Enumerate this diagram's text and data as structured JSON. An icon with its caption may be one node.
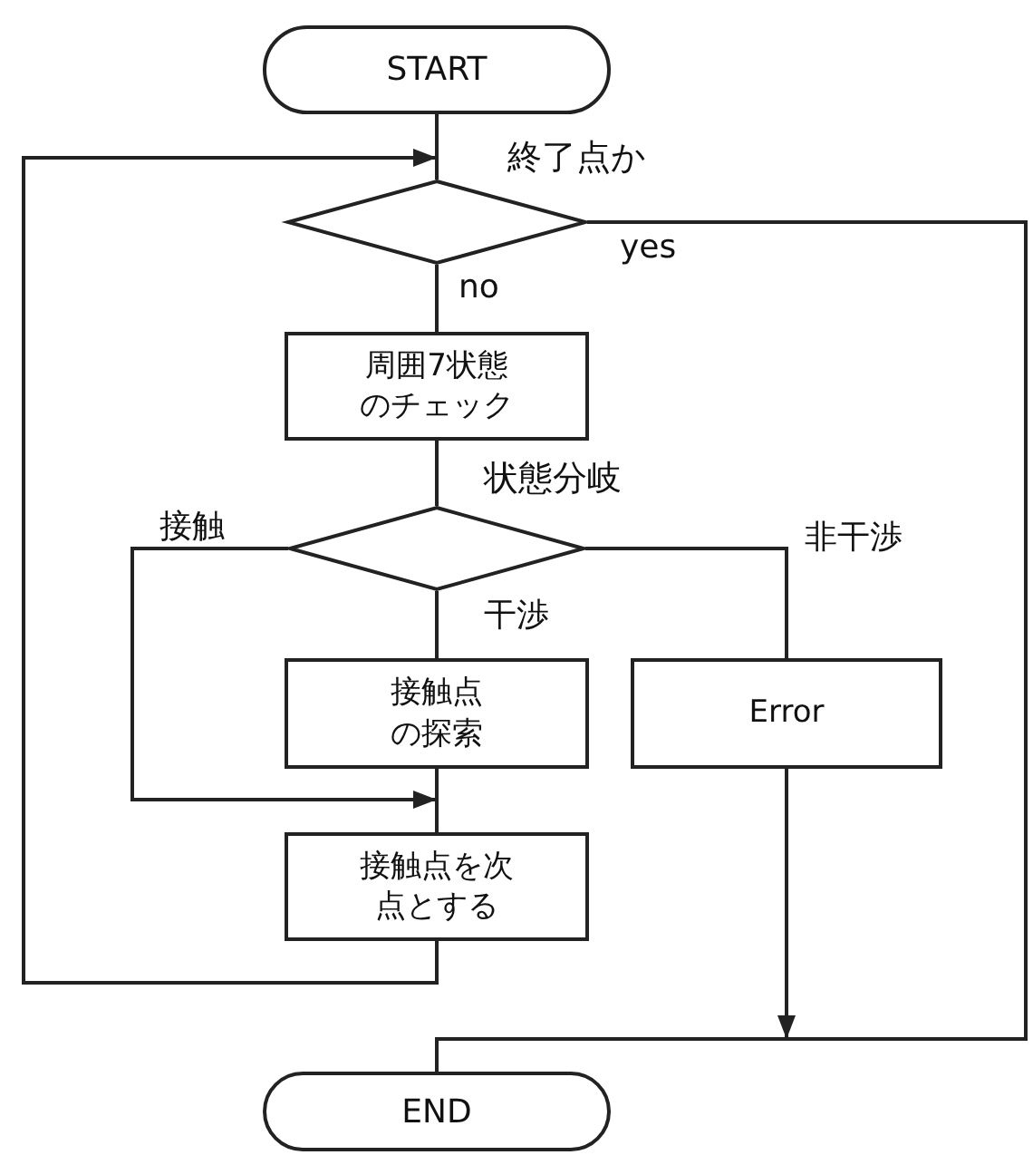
{
  "diagram": {
    "nodes": [
      {
        "text": [
          "START"
        ]
      },
      {
        "text": [
          "終了点か"
        ]
      },
      {
        "text": [
          "周囲7状態のチェック"
        ]
      },
      {
        "text": [
          "状態分岐"
        ]
      },
      {
        "text": [
          "接触点の探索"
        ]
      },
      {
        "text": [
          "Error"
        ]
      },
      {
        "text": [
          "接触点を次点とする"
        ]
      },
      {
        "text": [
          "END"
        ]
      }
    ],
    "edges": [
      {
        "from": 0,
        "to": 1,
        "arrow": "none"
      },
      {
        "from": 1,
        "to": 2,
        "arrow": "none",
        "label": "no"
      },
      {
        "from": 1,
        "to": 7,
        "arrow": "none",
        "label": "yes"
      },
      {
        "from": 2,
        "to": 3,
        "arrow": "none"
      },
      {
        "from": 3,
        "to": 6,
        "arrow": "to",
        "label": "接触"
      },
      {
        "from": 3,
        "to": 4,
        "arrow": "none",
        "label": "干渉"
      },
      {
        "from": 3,
        "to": 5,
        "arrow": "none",
        "label": "非干渉"
      },
      {
        "from": 4,
        "to": 6,
        "arrow": "none"
      },
      {
        "from": 6,
        "to": 1,
        "arrow": "to"
      },
      {
        "from": 5,
        "to": null,
        "arrow": "to"
      }
    ]
  }
}
